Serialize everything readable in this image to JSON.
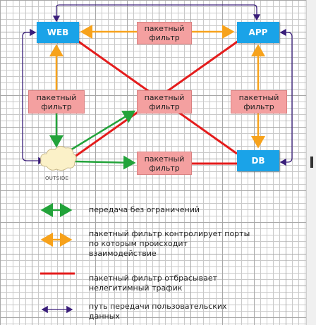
{
  "nodes": {
    "web": "WEB",
    "app": "APP",
    "db": "DB",
    "outside": "OUTSIDE"
  },
  "packet_filter_label": "пакетный\nфильтр",
  "legend": [
    {
      "color": "#22a33a",
      "text": "передача без ограничений"
    },
    {
      "color": "#f7a21b",
      "text": "пакетный фильтр контролирует порты\nпо которым происходит\nвзаимодействие"
    },
    {
      "color": "#e41c1c",
      "text": "пакетный фильтр отбрасывает\nнелегитимный трафик"
    },
    {
      "color": "#3a1e7a",
      "text": "путь передачи пользовательских\nданных"
    }
  ],
  "colors": {
    "node": "#1aa3e8",
    "filter": "#f4a0a0",
    "green": "#22a33a",
    "orange": "#f7a21b",
    "red": "#e41c1c",
    "purple": "#3a1e7a"
  }
}
